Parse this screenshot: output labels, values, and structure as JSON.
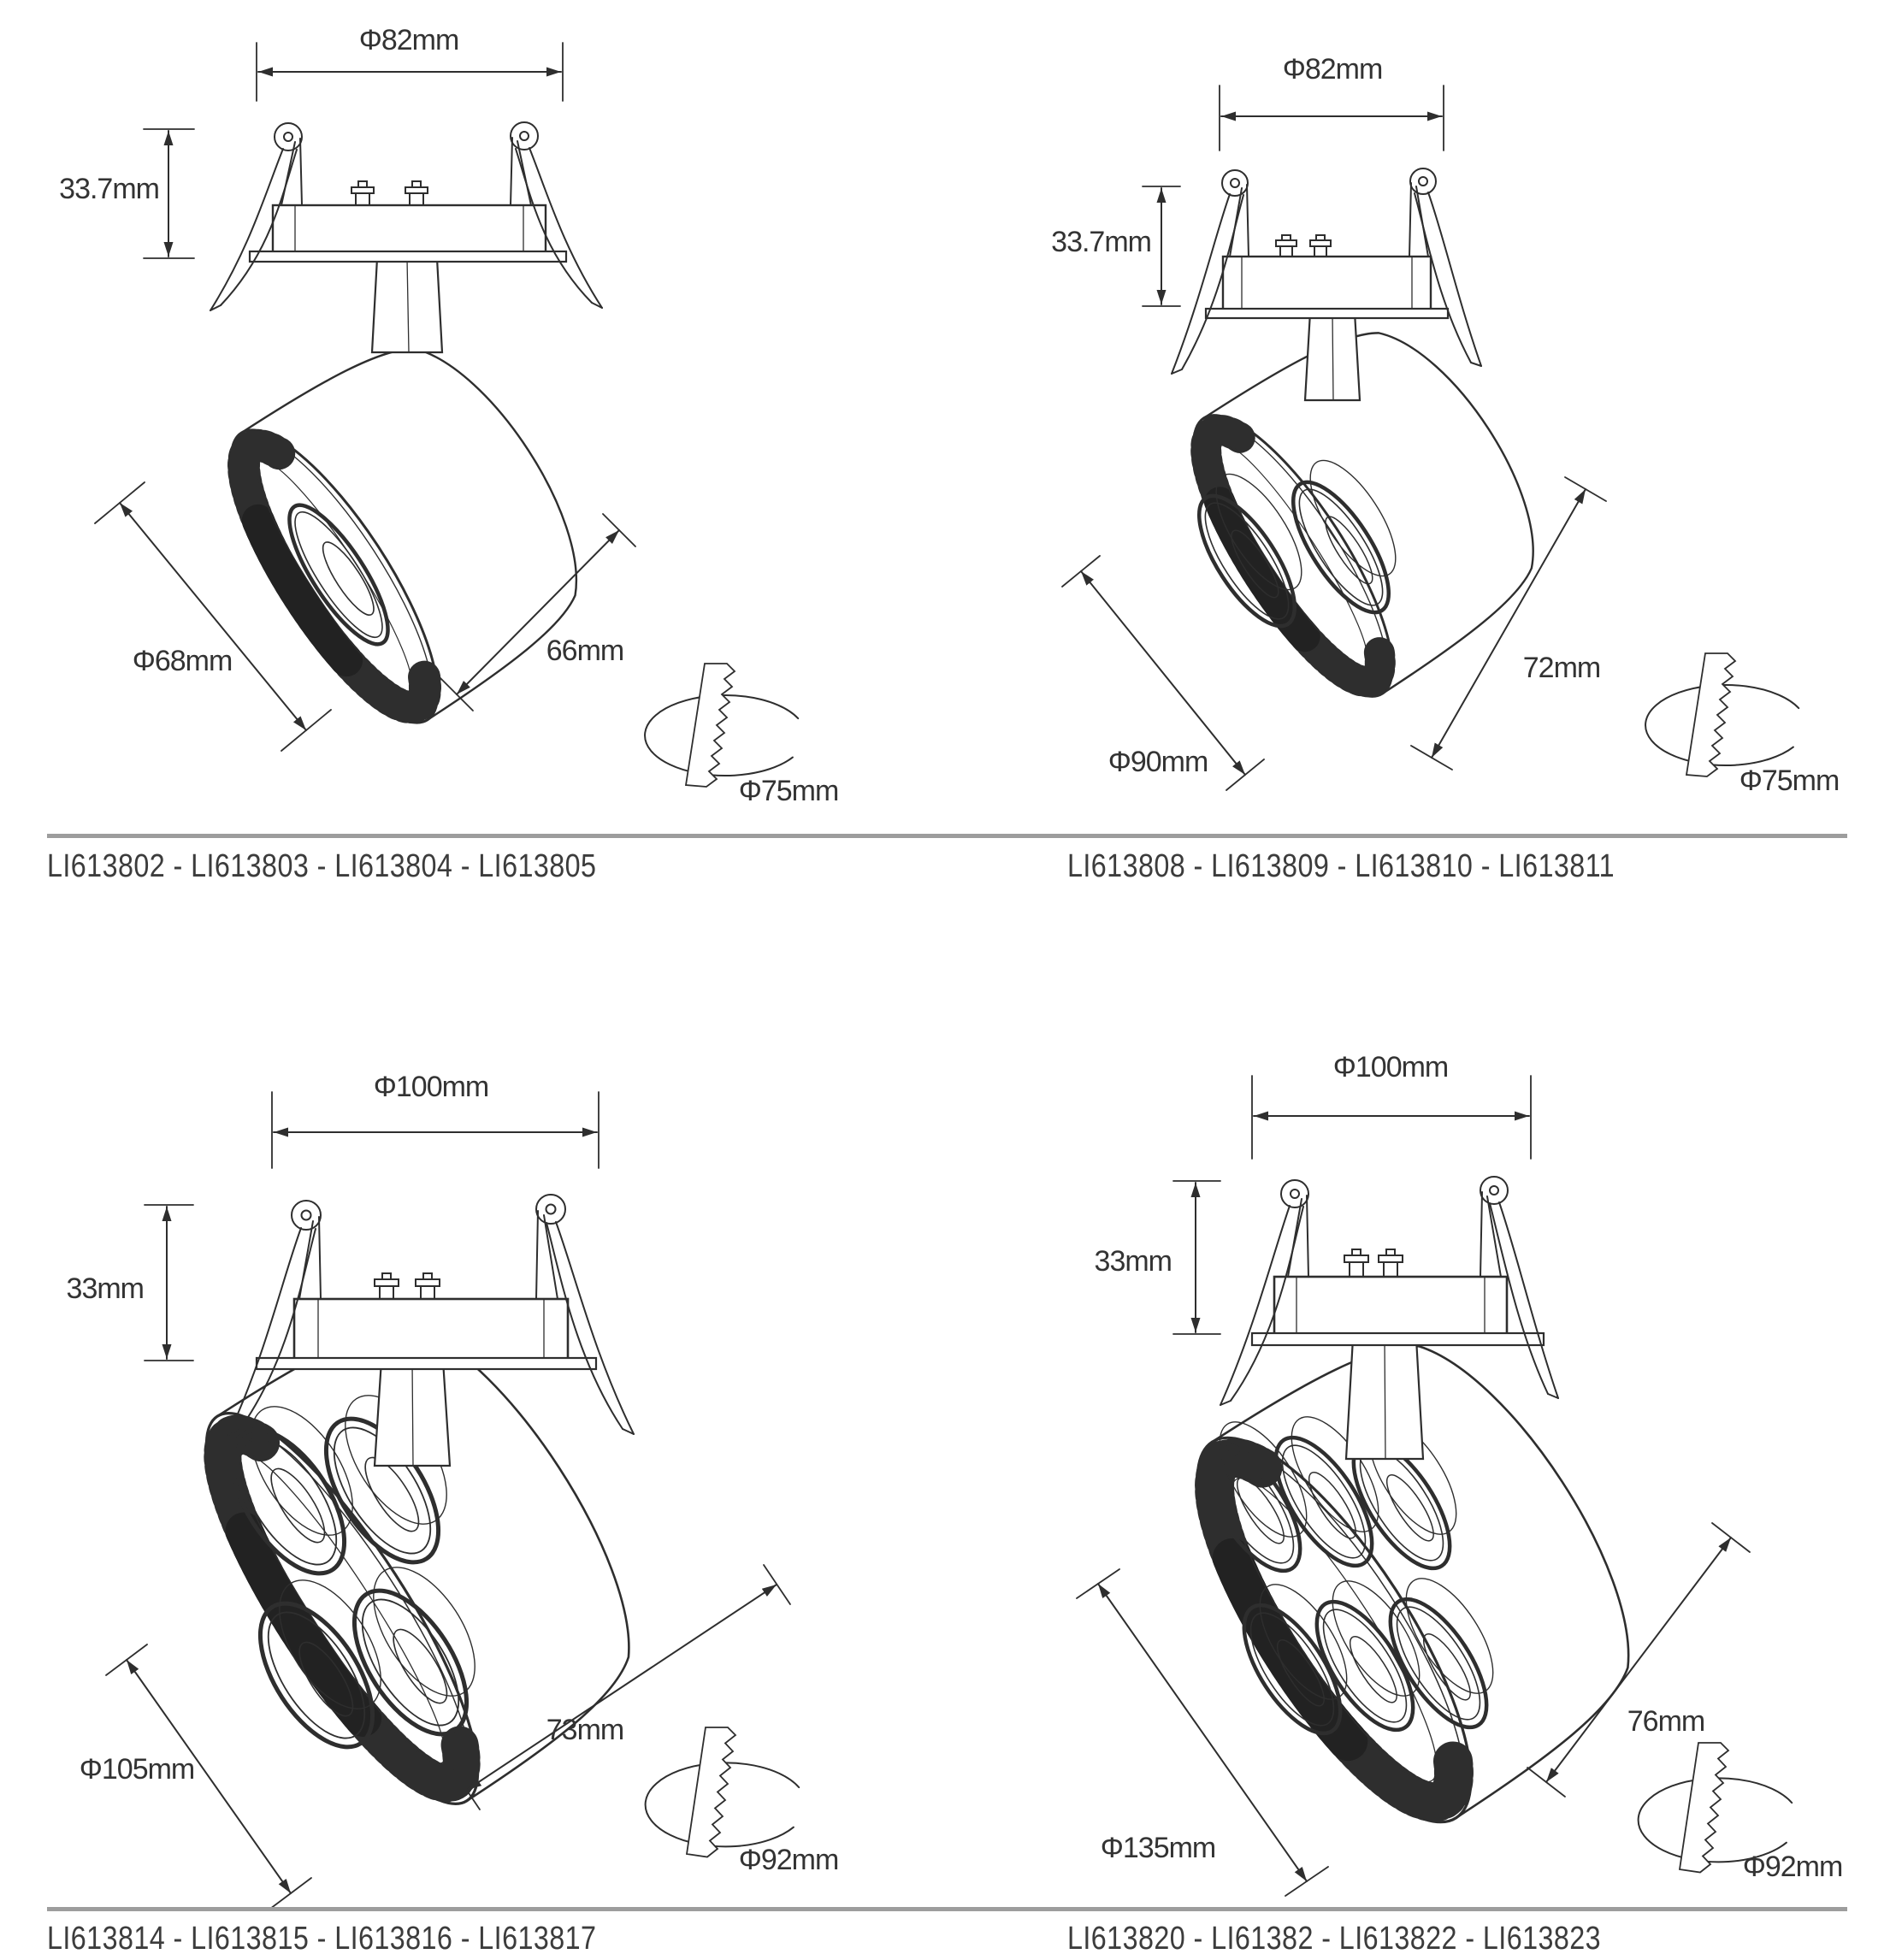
{
  "page": {
    "background": "#ffffff",
    "line_color": "#2e2e2e",
    "divider_color": "#9d9d9d",
    "text_color": "#3c3c3c"
  },
  "products": [
    {
      "position": "top-left",
      "lens_count": 1,
      "dimensions": {
        "mounting_diameter": "Φ82mm",
        "recess_depth": "33.7mm",
        "head_diameter": "Φ68mm",
        "head_length": "66mm",
        "cutout_diameter": "Φ75mm"
      },
      "codes": "LI613802 - LI613803 - LI613804 - LI613805"
    },
    {
      "position": "top-right",
      "lens_count": 2,
      "dimensions": {
        "mounting_diameter": "Φ82mm",
        "recess_depth": "33.7mm",
        "head_diameter": "Φ90mm",
        "head_length": "72mm",
        "cutout_diameter": "Φ75mm"
      },
      "codes": "LI613808 - LI613809 - LI613810 - LI613811"
    },
    {
      "position": "bottom-left",
      "lens_count": 4,
      "dimensions": {
        "mounting_diameter": "Φ100mm",
        "recess_depth": "33mm",
        "head_diameter": "Φ105mm",
        "head_length": "73mm",
        "cutout_diameter": "Φ92mm"
      },
      "codes": "LI613814 - LI613815 - LI613816 - LI613817"
    },
    {
      "position": "bottom-right",
      "lens_count": 6,
      "dimensions": {
        "mounting_diameter": "Φ100mm",
        "recess_depth": "33mm",
        "head_diameter": "Φ135mm",
        "head_length": "76mm",
        "cutout_diameter": "Φ92mm"
      },
      "codes": "LI613820 - LI61382 - LI613822 - LI613823"
    }
  ]
}
